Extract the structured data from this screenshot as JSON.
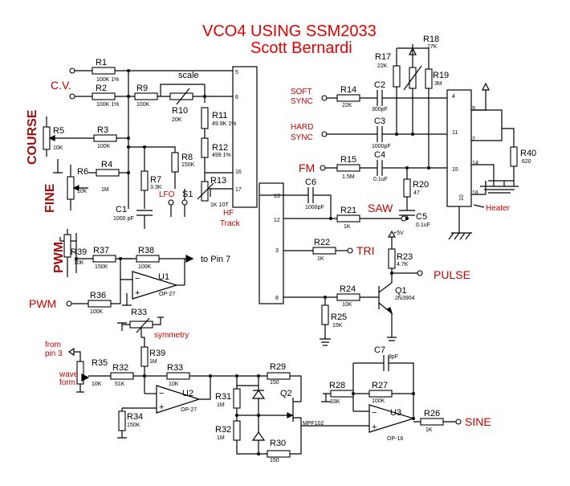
{
  "title": {
    "line1": "VCO4 USING SSM2033",
    "line2": "Scott Bernardi"
  },
  "inputs": {
    "cv": "C.V.",
    "course": "COURSE",
    "fine": "FINE",
    "pwm_knob": "PWM",
    "pwm_in": "PWM",
    "soft_sync": [
      "SOFT",
      "SYNC"
    ],
    "hard_sync": [
      "HARD",
      "SYNC"
    ],
    "fm": "FM",
    "from_pin3": [
      "from",
      "pin 3"
    ],
    "wave_form": [
      "wave",
      "form"
    ]
  },
  "outputs": {
    "saw": "SAW",
    "tri": "TRI",
    "pulse": "PULSE",
    "sine": "SINE",
    "to_pin7": "to Pin 7"
  },
  "notes": {
    "scale": "scale",
    "symmetry": "symmetry",
    "lfo": "LFO",
    "heater": "Heater",
    "hf": "HF",
    "track": "Track",
    "v5": "+5V"
  },
  "components": {
    "R1": {
      "label": "R1",
      "value": "100K 1%"
    },
    "R2": {
      "label": "R2",
      "value": "100K 1%"
    },
    "R3": {
      "label": "R3",
      "value": "100K"
    },
    "R4": {
      "label": "R4",
      "value": "1M"
    },
    "R5": {
      "label": "R5",
      "value": "10K"
    },
    "R6": {
      "label": "R6",
      "value": "10K"
    },
    "R7": {
      "label": "R7",
      "value": "3.3K"
    },
    "R8": {
      "label": "R8",
      "value": "150K"
    },
    "R9": {
      "label": "R9",
      "value": "100K"
    },
    "R10": {
      "label": "R10",
      "value": "20K"
    },
    "R11": {
      "label": "R11",
      "value": "49.9K 1%"
    },
    "R12": {
      "label": "R12",
      "value": "499 1%"
    },
    "R13": {
      "label": "R13",
      "value": "1K 10T"
    },
    "R14": {
      "label": "R14",
      "value": "22K"
    },
    "R15": {
      "label": "R15",
      "value": "1.5M"
    },
    "R17": {
      "label": "R17",
      "value": "22K"
    },
    "R18": {
      "label": "R18",
      "value": "27K"
    },
    "R19": {
      "label": "R19",
      "value": "3M"
    },
    "R20": {
      "label": "R20",
      "value": "47"
    },
    "R21": {
      "label": "R21",
      "value": "1K"
    },
    "R22": {
      "label": "R22",
      "value": "1K"
    },
    "R23": {
      "label": "R23",
      "value": "4.7K"
    },
    "R24": {
      "label": "R24",
      "value": "10K"
    },
    "R25": {
      "label": "R25",
      "value": "15K"
    },
    "R26": {
      "label": "R26",
      "value": "1K"
    },
    "R27": {
      "label": "R27",
      "value": "100K"
    },
    "R28": {
      "label": "R28",
      "value": "33K"
    },
    "R29": {
      "label": "R29",
      "value": "150"
    },
    "R30": {
      "label": "R30",
      "value": "150"
    },
    "R31": {
      "label": "R31",
      "value": "1M"
    },
    "R32": {
      "label": "R32",
      "value": "1M"
    },
    "R32b": {
      "label": "R32",
      "value": "51K"
    },
    "R33": {
      "label": "R33",
      "value": "10K"
    },
    "R33b": {
      "label": "R33",
      "value": ""
    },
    "R34": {
      "label": "R34",
      "value": "150K"
    },
    "R35": {
      "label": "R35",
      "value": "10K"
    },
    "R36": {
      "label": "R36",
      "value": "100K"
    },
    "R37": {
      "label": "R37",
      "value": "150K"
    },
    "R38": {
      "label": "R38",
      "value": "100K"
    },
    "R39": {
      "label": "R39",
      "value": "10K"
    },
    "R39b": {
      "label": "R39",
      "value": "1M"
    },
    "R40": {
      "label": "R40",
      "value": "620"
    },
    "C1": {
      "label": "C1",
      "value": "1000 pF"
    },
    "C2": {
      "label": "C2",
      "value": "300pF"
    },
    "C3": {
      "label": "C3",
      "value": "1000pF"
    },
    "C4": {
      "label": "C4",
      "value": "0.1uF"
    },
    "C5": {
      "label": "C5",
      "value": "0.1uF"
    },
    "C6": {
      "label": "C6",
      "value": "1000pF"
    },
    "C7": {
      "label": "C7",
      "value": "3pF"
    },
    "S1": {
      "label": "S1"
    },
    "U1": {
      "label": "U1",
      "value": "OP-27"
    },
    "U2": {
      "label": "U2",
      "value": "OP-27"
    },
    "U3": {
      "label": "U3",
      "value": "OP-16"
    },
    "Q1": {
      "label": "Q1",
      "value": "2N3904"
    },
    "Q2": {
      "label": "Q2",
      "value": "MPF102"
    }
  },
  "pins": {
    "left_chip": [
      "5",
      "6",
      "16",
      "17"
    ],
    "mid_chip": [
      "13",
      "12",
      "3",
      "8"
    ],
    "right_chip": [
      "4",
      "9",
      "11",
      "2",
      "15",
      "14",
      "18",
      "10"
    ]
  }
}
